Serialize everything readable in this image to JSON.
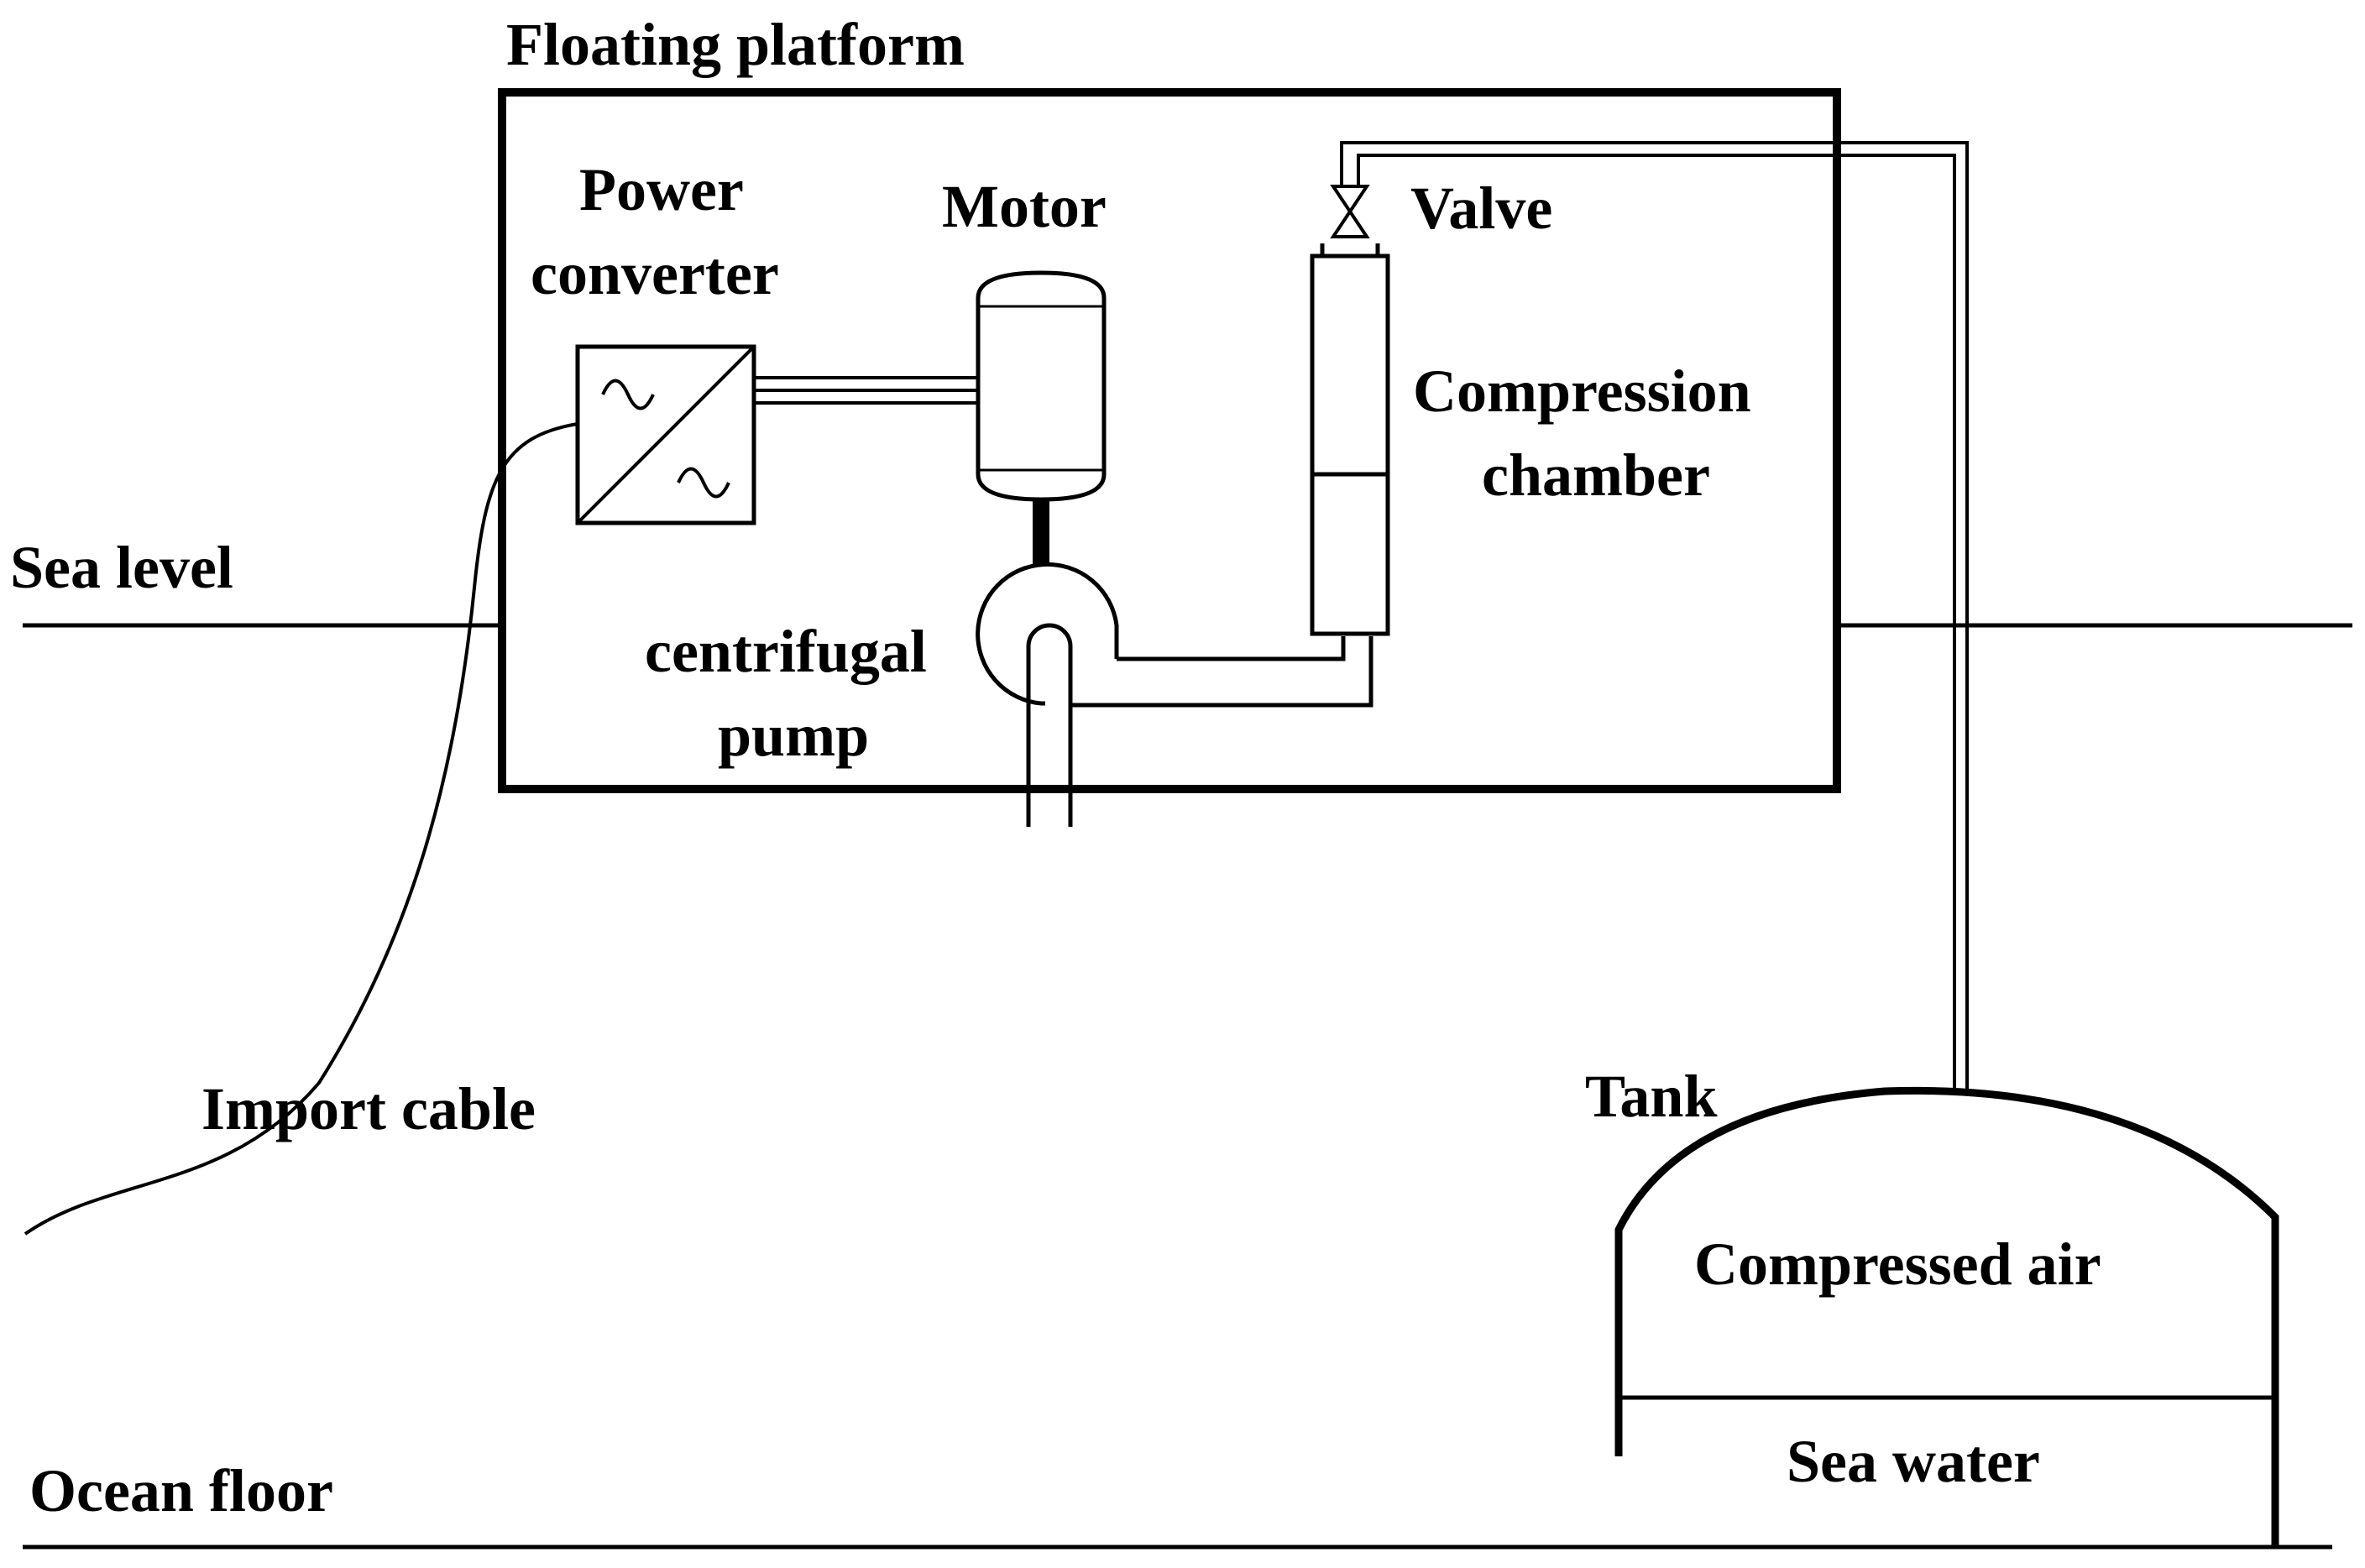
{
  "labels": {
    "platform": "Floating platform",
    "power_converter_1": "Power",
    "power_converter_2": "converter",
    "motor": "Motor",
    "valve": "Valve",
    "compression_1": "Compression",
    "compression_2": "chamber",
    "sea_level": "Sea level",
    "pump_1": "centrifugal",
    "pump_2": "pump",
    "import_cable": "Import cable",
    "tank": "Tank",
    "compressed_air": "Compressed air",
    "sea_water": "Sea water",
    "ocean_floor": "Ocean floor"
  },
  "colors": {
    "stroke": "#000000",
    "background": "#ffffff"
  }
}
